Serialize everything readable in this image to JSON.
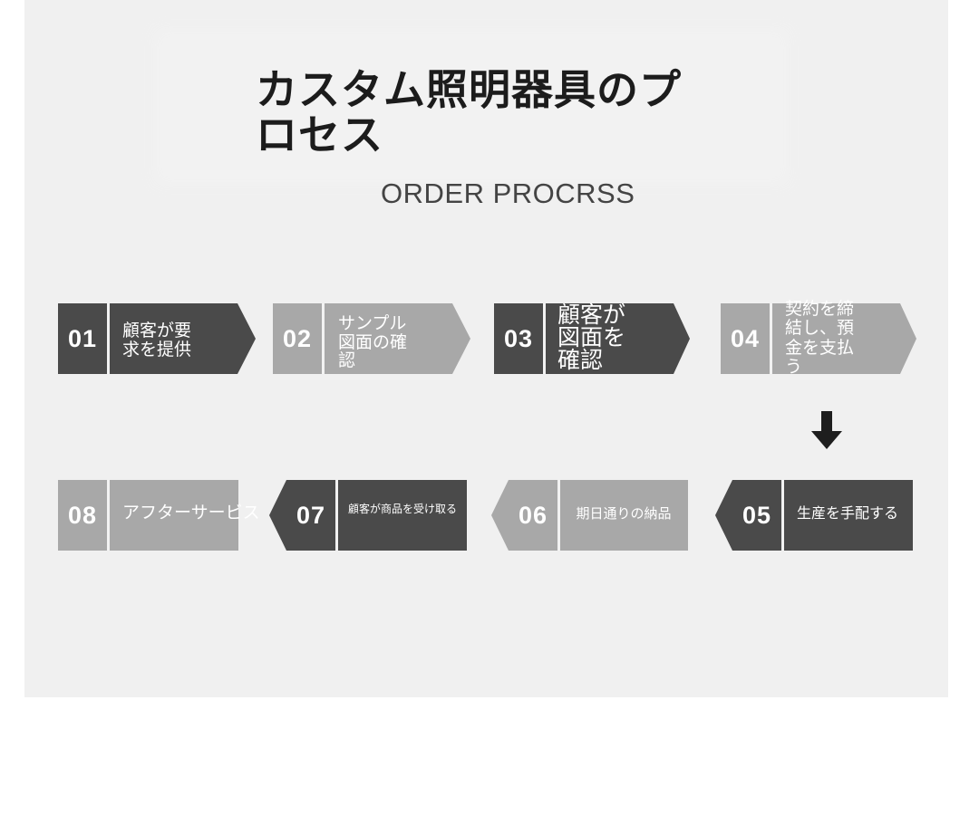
{
  "title": "カスタム照明器具のプロセス",
  "subtitle": "ORDER PROCRSS",
  "colors": {
    "dark": "#4a4a4a",
    "light": "#a8a8a8",
    "panel": "#f0f0f0",
    "arrow": "#1e1e1e"
  },
  "steps": [
    {
      "number": "01",
      "label": "顧客が要求を提供"
    },
    {
      "number": "02",
      "label": "サンプル図面の確認"
    },
    {
      "number": "03",
      "label": "顧客が図面を確認"
    },
    {
      "number": "04",
      "label": "契約を締結し、預金を支払う"
    },
    {
      "number": "05",
      "label": "生産を手配する"
    },
    {
      "number": "06",
      "label": "期日通りの納品"
    },
    {
      "number": "07",
      "label": "顧客が商品を受け取る"
    },
    {
      "number": "08",
      "label": "アフターサービス"
    }
  ],
  "flow_arrow_icon": "arrow-down-icon"
}
